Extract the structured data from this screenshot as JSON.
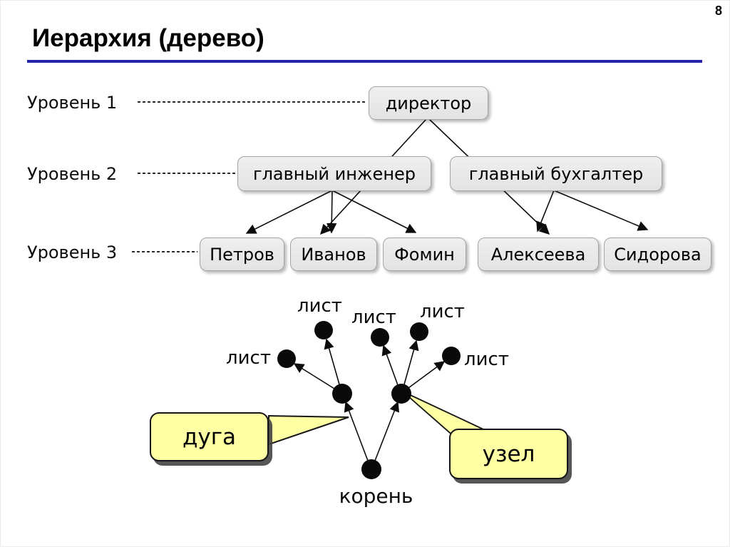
{
  "page": {
    "number": "8"
  },
  "title": "Иерархия (дерево)",
  "accent_color": "#2222aa",
  "levels": [
    {
      "label": "Уровень 1"
    },
    {
      "label": "Уровень 2"
    },
    {
      "label": "Уровень 3"
    }
  ],
  "org_chart": {
    "nodes": [
      {
        "id": "director",
        "level": 1,
        "label": "директор"
      },
      {
        "id": "chief-engineer",
        "level": 2,
        "label": "главный инженер"
      },
      {
        "id": "chief-accountant",
        "level": 2,
        "label": "главный бухгалтер"
      },
      {
        "id": "petrov",
        "level": 3,
        "label": "Петров"
      },
      {
        "id": "ivanov",
        "level": 3,
        "label": "Иванов"
      },
      {
        "id": "fomin",
        "level": 3,
        "label": "Фомин"
      },
      {
        "id": "alekseeva",
        "level": 3,
        "label": "Алексеева"
      },
      {
        "id": "sidorova",
        "level": 3,
        "label": "Сидорова"
      }
    ],
    "edges": [
      [
        "директор",
        "главный инженер"
      ],
      [
        "директор",
        "главный бухгалтер"
      ],
      [
        "главный инженер",
        "Петров"
      ],
      [
        "главный инженер",
        "Иванов"
      ],
      [
        "главный инженер",
        "Фомин"
      ],
      [
        "главный бухгалтер",
        "Алексеева"
      ],
      [
        "главный бухгалтер",
        "Сидорова"
      ]
    ]
  },
  "tree": {
    "root_label": "корень",
    "leaves": [
      "лист",
      "лист",
      "лист",
      "лист",
      "лист"
    ],
    "callouts": [
      {
        "id": "arc",
        "label": "дуга"
      },
      {
        "id": "node",
        "label": "узел"
      }
    ]
  }
}
